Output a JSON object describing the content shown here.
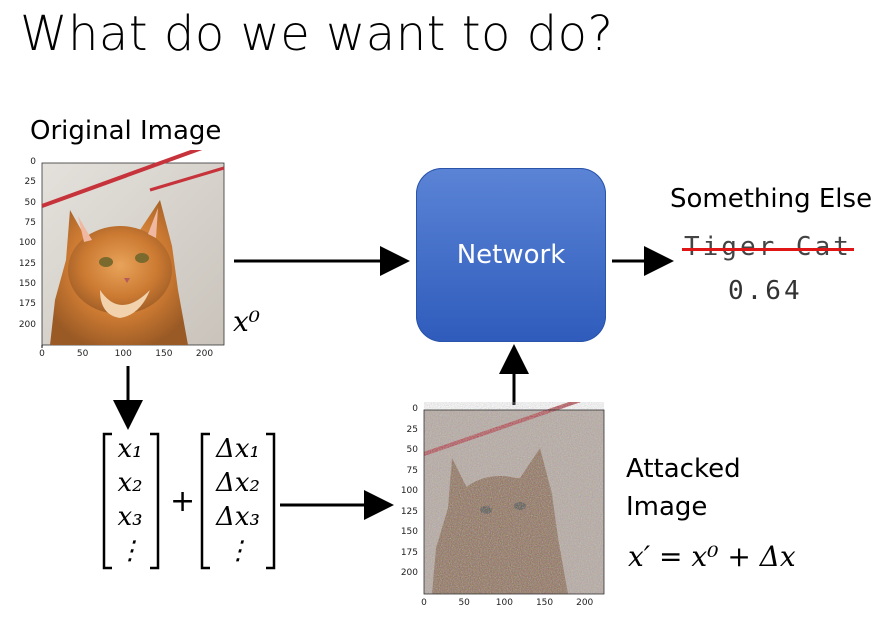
{
  "title": "What do we want to do?",
  "original_label": "Original Image",
  "network_label": "Network",
  "output_title": "Something Else",
  "struck_label": "Tiger Cat",
  "confidence": "0.64",
  "attacked_label_line1": "Attacked",
  "attacked_label_line2": "Image",
  "x0_symbol": "x⁰",
  "equation": "x′ = x⁰ + Δx",
  "plus": "+",
  "vector_x": [
    "x₁",
    "x₂",
    "x₃",
    "⋮"
  ],
  "vector_dx": [
    "Δx₁",
    "Δx₂",
    "Δx₃",
    "⋮"
  ],
  "axis_ticks": {
    "y": [
      "0",
      "25",
      "50",
      "75",
      "100",
      "125",
      "150",
      "175",
      "200"
    ],
    "x": [
      "0",
      "50",
      "100",
      "150",
      "200"
    ]
  },
  "colors": {
    "network_top": "#5b84d6",
    "network_bottom": "#2f5cbc",
    "strike": "#e01515"
  }
}
